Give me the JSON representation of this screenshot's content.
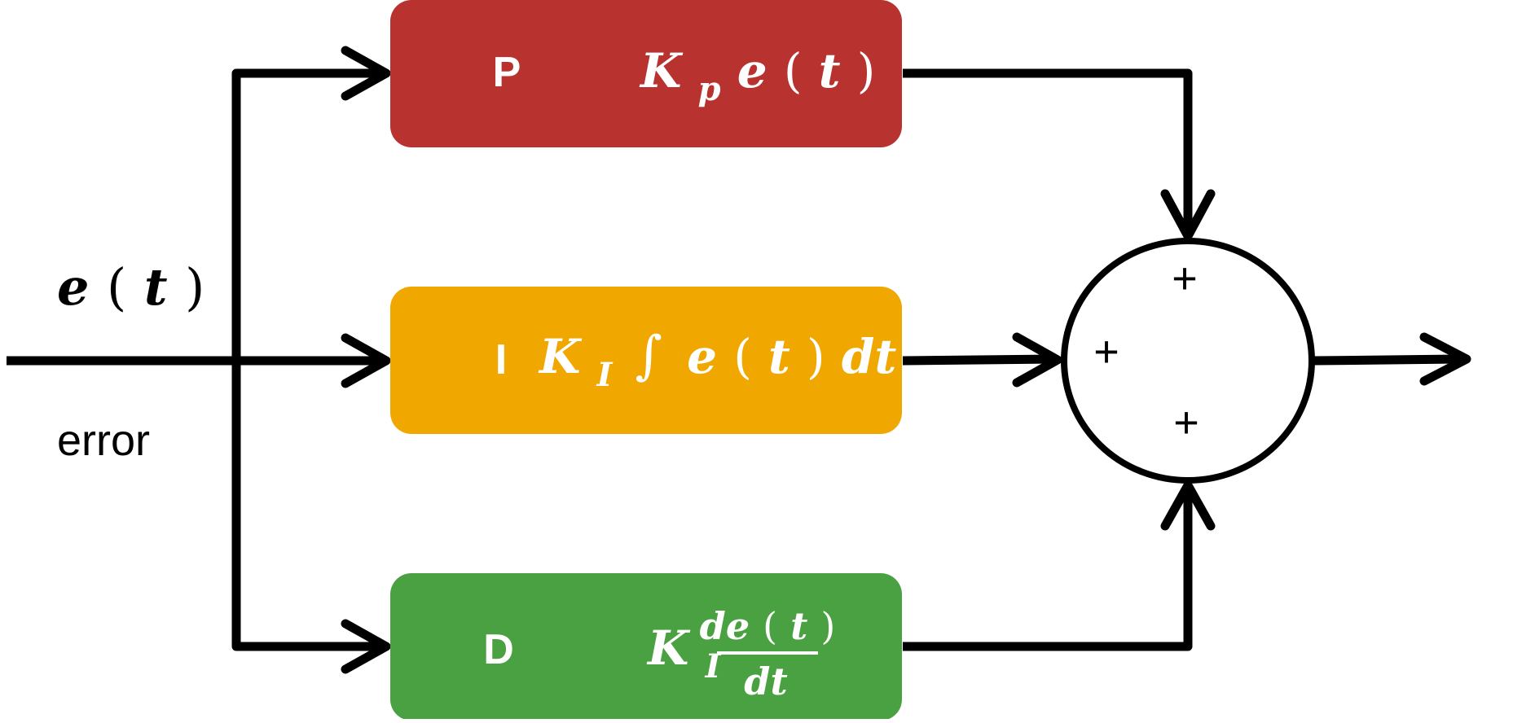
{
  "input": {
    "signal": {
      "symbol": "e",
      "arg": "t"
    },
    "label": "error"
  },
  "blocks": {
    "p": {
      "letter": "P",
      "color": "#b83230",
      "formula": {
        "gain": "K",
        "sub": "p",
        "expr": "e",
        "arg": "t"
      }
    },
    "i": {
      "letter": "I",
      "color": "#f0a800",
      "formula": {
        "gain": "K",
        "sub": "I",
        "integral": "∫",
        "expr": "e",
        "arg": "t",
        "tail": "dt"
      }
    },
    "d": {
      "letter": "D",
      "color": "#4aa141",
      "formula": {
        "gain": "K",
        "sub": "I",
        "num": "de",
        "arg": "t",
        "den": "dt"
      }
    }
  },
  "summer": {
    "signs": {
      "top": "+",
      "left": "+",
      "bottom": "+"
    }
  },
  "colors": {
    "line": "#000000",
    "text_on_block": "#ffffff"
  }
}
